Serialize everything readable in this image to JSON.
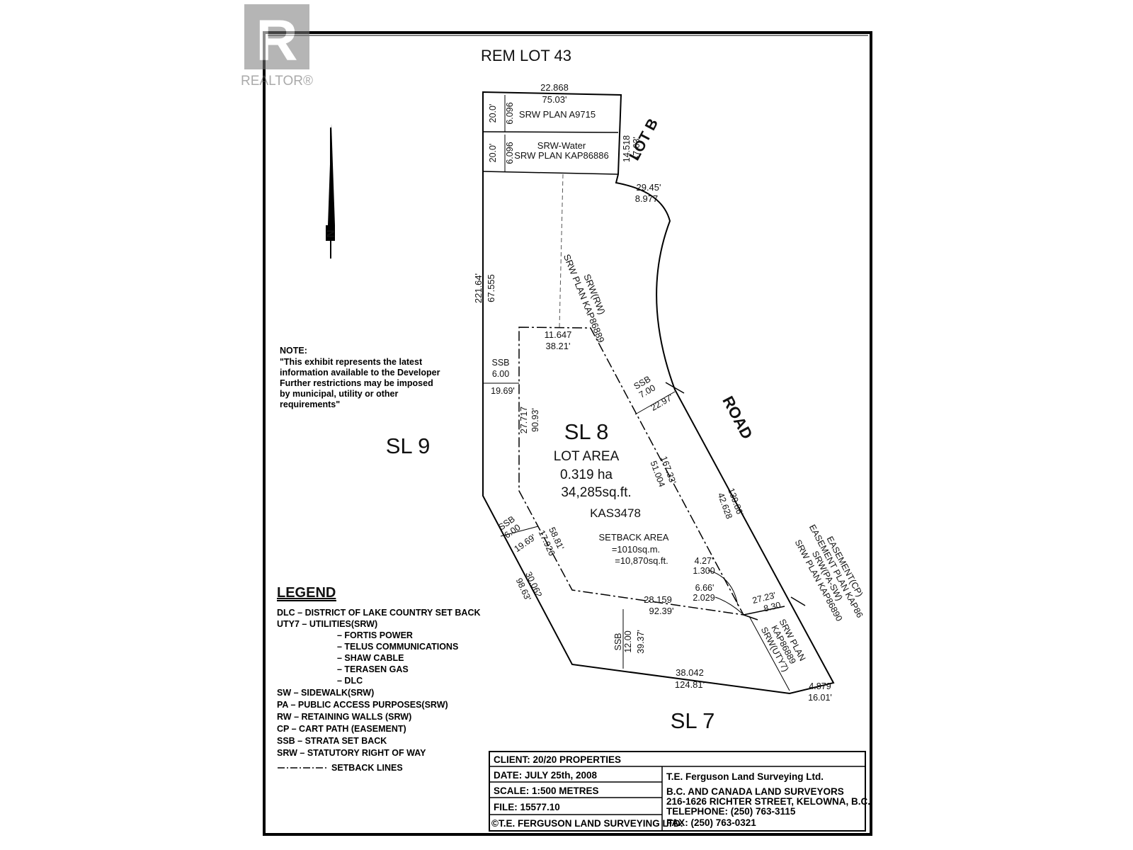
{
  "watermark": {
    "brand": "REALTOR®",
    "icon": "realtor-r-logo"
  },
  "north_arrow": {
    "icon": "north-arrow-icon",
    "label": "N"
  },
  "neighbors": {
    "rem_lot": "REM LOT 43",
    "lot_b": "LOT B",
    "sl9": "SL 9",
    "sl7": "SL 7",
    "road": "ROAD"
  },
  "lot": {
    "id": "SL 8",
    "area_label": "LOT AREA",
    "area_ha": "0.319 ha",
    "area_sqft": "34,285sq.ft.",
    "plan": "KAS3478",
    "setback_title": "SETBACK AREA",
    "setback_sqm": "=1010sq.m.",
    "setback_sqft": "=10,870sq.ft."
  },
  "srw_labels": {
    "a9715": "SRW PLAN A9715",
    "water_1": "SRW-Water",
    "water_2": "SRW PLAN KAP86886",
    "rw_1": "SRW(RW)",
    "rw_2": "SRW PLAN KAP86889",
    "uty_1": "SRW PLAN",
    "uty_2": "KAP86889",
    "uty_3": "SRW(UTY7)",
    "cp_1": "EASEMENT(CP)",
    "cp_2": "EASEMENT PLAN KAP86",
    "cp_3": "SRW(PA-SW)",
    "cp_4": "SRW PLAN KAP86890"
  },
  "dimensions": {
    "top_m": "22.868",
    "top_ft": "75.03'",
    "a9715_ft": "20.0'",
    "a9715_m": "6.096",
    "water_ft": "20.0'",
    "water_m": "6.096",
    "lotb_m": "14.518",
    "lotb_ft": "47.63'",
    "curve_ft": "29.45'",
    "curve_m": "8.977",
    "west_ft": "221.64'",
    "west_m": "67.555",
    "ssb_w_label": "SSB",
    "ssb_w_m": "6.00",
    "ssb_w_ft": "19.69'",
    "inner_top_m": "11.647",
    "inner_top_ft": "38.21'",
    "inner_w_m": "27.717",
    "inner_w_ft": "90.93'",
    "ssb_ne_label": "SSB",
    "ssb_ne_m": "7.00",
    "ssb_ne_ft": "22.97'",
    "inner_diag_ft": "167.33'",
    "inner_diag_m": "51.004",
    "road_ft": "139.86'",
    "road_m": "42.628",
    "ssb_sw_label": "SSB",
    "ssb_sw_m": "6.00",
    "ssb_sw_ft": "19.69'",
    "inner_sw_ft": "58.81'",
    "inner_sw_m": "17.926",
    "sw_m": "30.062",
    "sw_ft": "98.63'",
    "pt_ft": "4.27'",
    "pt_m": "1.300",
    "pt2_ft": "6.66'",
    "pt2_m": "2.029",
    "inner_bot_m": "28.159",
    "inner_bot_ft": "92.39'",
    "cp_ft": "27.23'",
    "cp_m": "8.30",
    "ssb_s_label": "SSB",
    "ssb_s_m": "12.00",
    "ssb_s_ft": "39.37'",
    "south_m": "38.042",
    "south_ft": "124.81'",
    "se_m": "4.879",
    "se_ft": "16.01'"
  },
  "note": {
    "title": "NOTE:",
    "lines": [
      "\"This exhibit represents the latest",
      "information available to the Developer",
      "Further restrictions may be imposed",
      "by municipal, utility or other",
      "requirements\""
    ]
  },
  "legend": {
    "title": "LEGEND",
    "rows": [
      "DLC – DISTRICT OF LAKE COUNTRY SET BACK",
      "UTY7 – UTILITIES(SRW)",
      "– FORTIS POWER",
      "– TELUS COMMUNICATIONS",
      "– SHAW CABLE",
      "– TERASEN GAS",
      "– DLC",
      "SW – SIDEWALK(SRW)",
      "PA – PUBLIC ACCESS PURPOSES(SRW)",
      "RW – RETAINING WALLS (SRW)",
      "CP – CART PATH (EASEMENT)",
      "SSB – STRATA SET BACK",
      "SRW – STATUTORY RIGHT OF WAY",
      "SETBACK LINES"
    ]
  },
  "title_block": {
    "client": "CLIENT: 20/20 PROPERTIES",
    "date": "DATE: JULY 25th, 2008",
    "scale": "SCALE: 1:500 METRES",
    "file": "FILE: 15577.10",
    "copyright": "©T.E. FERGUSON LAND SURVEYING LTD.",
    "company": "T.E. Ferguson Land Surveying Ltd.",
    "line1": "B.C. AND CANADA LAND SURVEYORS",
    "line2": "216-1626 RICHTER STREET, KELOWNA, B.C.",
    "phone": "TELEPHONE: (250) 763-3115",
    "fax": "FAX: (250) 763-0321"
  }
}
